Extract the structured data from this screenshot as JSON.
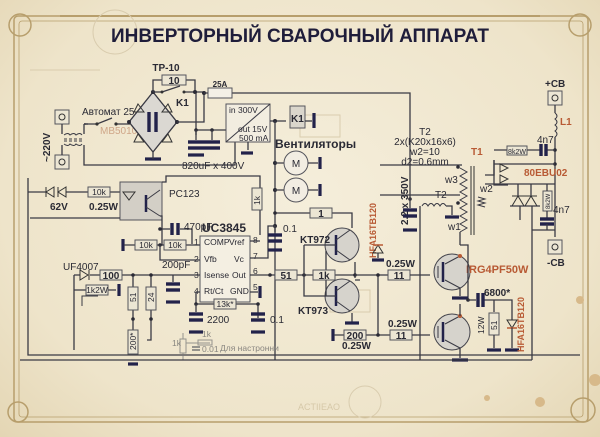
{
  "title": "ИНВЕРТОРНЫЙ СВАРОЧНЫЙ АППАРАТ",
  "watermark": "ACTIIEAO",
  "input": {
    "mains_label": "~220V",
    "breaker_label": "Автомат 25 А",
    "bridge_label": "MB5010",
    "thermistor_label": "TP-10",
    "thermistor_value": "10",
    "relay_contact_label": "K1",
    "fuse_label": "25A",
    "bulk_caps_label": "820uF x 400V"
  },
  "aux_supply": {
    "in_label": "in 300V",
    "out_label": "out 15V",
    "current_label": "500 mA",
    "relay_coil_label": "K1",
    "fans_label": "Вентиляторы",
    "motor_symbol": "M"
  },
  "feedback": {
    "zener_label": "62V",
    "resistor_value": "10k",
    "resistor_power": "0.25W",
    "optocoupler_label": "PC123",
    "cap_470": "470pF",
    "r10k_a": "10k",
    "r10k_b": "10k",
    "r1k": "1k",
    "diode_label": "UF4007",
    "r100": "100",
    "r1k2w": "1k2W",
    "r51": "51",
    "r24": "24",
    "trim200": "200*",
    "cap200": "200pF"
  },
  "controller": {
    "chip_label": "UC3845",
    "pins_left": [
      {
        "num": "1",
        "name": "COMP"
      },
      {
        "num": "2",
        "name": "Vfb"
      },
      {
        "num": "3",
        "name": "Isense"
      },
      {
        "num": "4",
        "name": "Rt/Ct"
      }
    ],
    "pins_right": [
      {
        "num": "8",
        "name": "Vref"
      },
      {
        "num": "7",
        "name": "Vc"
      },
      {
        "num": "6",
        "name": "Out"
      },
      {
        "num": "5",
        "name": "GND"
      }
    ],
    "r13k": "13k*",
    "c2200": "2200",
    "c01_a": "0.1",
    "c01_b": "0.1",
    "tune_r1": "1k",
    "tune_r2": "1k",
    "tune_c": "0.01",
    "tune_label": "Для настронни"
  },
  "driver": {
    "r1": "1",
    "q_top": "KT972",
    "q_bottom": "KT973",
    "r51": "51",
    "r1k": "1k",
    "r200": "200",
    "r200_power": "0.25W",
    "gate_r_top": "11",
    "gate_r_top_power": "0.25W",
    "gate_r_bottom": "11",
    "gate_r_bottom_power": "0.25W",
    "diode_label": "HFA16TB120"
  },
  "power_stage": {
    "caps_label": "2.2 x 350V",
    "t2_label": "T2",
    "t2_spec": [
      "T2",
      "2x(K20x16x6)",
      "w2=10",
      "d2=0.6mm"
    ],
    "t1_label": "T1",
    "w1": "w1",
    "w2": "w2",
    "w3": "w3",
    "igbt_label": "IRG4PF50W",
    "snubber_cap": "6800*",
    "snubber_r": "51",
    "snubber_r_power": "12W",
    "snubber_diode": "HFA16TB120"
  },
  "output": {
    "plus_label": "+CB",
    "minus_label": "-CB",
    "inductor_label": "L1",
    "rectifier_label": "80EBU02",
    "snub_r_top": "8k2W",
    "snub_c_top": "4n7",
    "snub_r_bot": "8k2W",
    "snub_c_bot": "4n7"
  },
  "colors": {
    "paper": "#efe6cf",
    "wire": "#3a3a44",
    "accent_red": "#b85a34",
    "title": "#1f1d3a"
  }
}
